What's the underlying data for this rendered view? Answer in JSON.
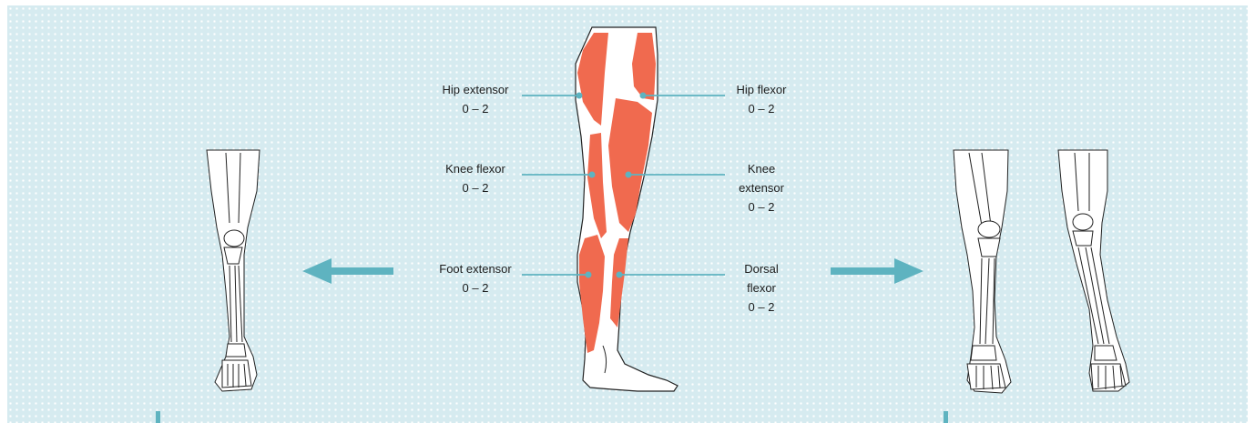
{
  "colors": {
    "background": "#d6ebf0",
    "dots": "#ffffff",
    "muscle": "#f06a4f",
    "leader_line": "#5eb3c0",
    "arrow": "#5eb3c0",
    "outline": "#222222"
  },
  "labels": {
    "hip_extensor": {
      "name": "Hip extensor",
      "score": "0 – 2"
    },
    "hip_flexor": {
      "name": "Hip flexor",
      "score": "0 – 2"
    },
    "knee_flexor": {
      "name": "Knee flexor",
      "score": "0 – 2"
    },
    "knee_extensor": {
      "name_line1": "Knee",
      "name_line2": "extensor",
      "score": "0 – 2"
    },
    "foot_extensor": {
      "name": "Foot extensor",
      "score": "0 – 2"
    },
    "dorsal_flexor": {
      "name_line1": "Dorsal",
      "name_line2": "flexor",
      "score": "0 – 2"
    }
  },
  "icons": {
    "left_arrow": "arrow-left-icon",
    "right_arrow": "arrow-right-icon"
  }
}
